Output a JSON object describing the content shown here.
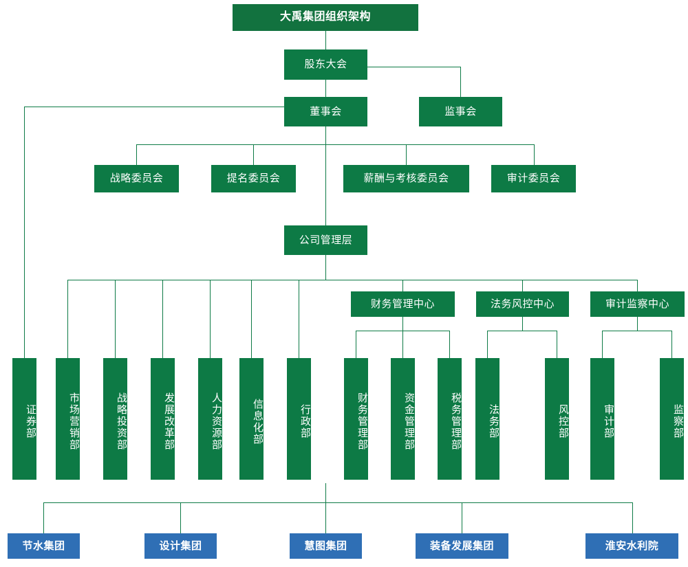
{
  "title": "大禹集团组织架构",
  "colors": {
    "green": "#0d7a45",
    "root_green": "#12723f",
    "blue": "#2f6fb5",
    "line": "#0d7a45",
    "text": "#ffffff"
  },
  "levels": {
    "root": "大禹集团组织架构",
    "shareholders": "股东大会",
    "board": "董事会",
    "supervisors": "监事会",
    "committees": [
      "战略委员会",
      "提名委员会",
      "薪酬与考核委员会",
      "审计委员会"
    ],
    "management": "公司管理层",
    "centers": [
      "财务管理中心",
      "法务风控中心",
      "审计监察中心"
    ],
    "departments": [
      "证券部",
      "市场营销部",
      "战略投资部",
      "发展改革部",
      "人力资源部",
      "信息化部",
      "行政部",
      "财务管理部",
      "资金管理部",
      "税务管理部",
      "法务部",
      "风控部",
      "审计部",
      "监察部"
    ],
    "subsidiaries": [
      "节水集团",
      "设计集团",
      "慧图集团",
      "装备发展集团",
      "淮安水利院"
    ]
  }
}
